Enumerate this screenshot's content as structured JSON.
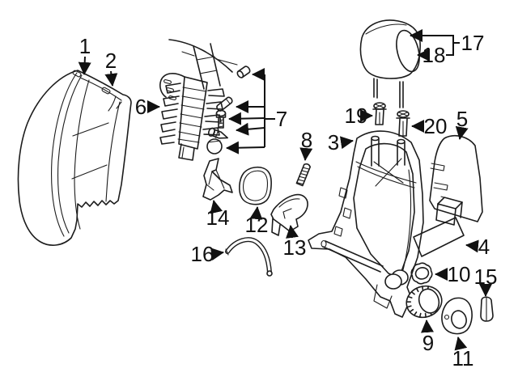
{
  "diagram": {
    "type": "exploded-parts-diagram",
    "background_color": "#ffffff",
    "line_color": "#1c1c1c",
    "callouts": [
      {
        "label": "1"
      },
      {
        "label": "2"
      },
      {
        "label": "3"
      },
      {
        "label": "4"
      },
      {
        "label": "5"
      },
      {
        "label": "6"
      },
      {
        "label": "7"
      },
      {
        "label": "8"
      },
      {
        "label": "9"
      },
      {
        "label": "10"
      },
      {
        "label": "11"
      },
      {
        "label": "12"
      },
      {
        "label": "13"
      },
      {
        "label": "14"
      },
      {
        "label": "15"
      },
      {
        "label": "16"
      },
      {
        "label": "17"
      },
      {
        "label": "18"
      },
      {
        "label": "19"
      },
      {
        "label": "20"
      }
    ]
  }
}
